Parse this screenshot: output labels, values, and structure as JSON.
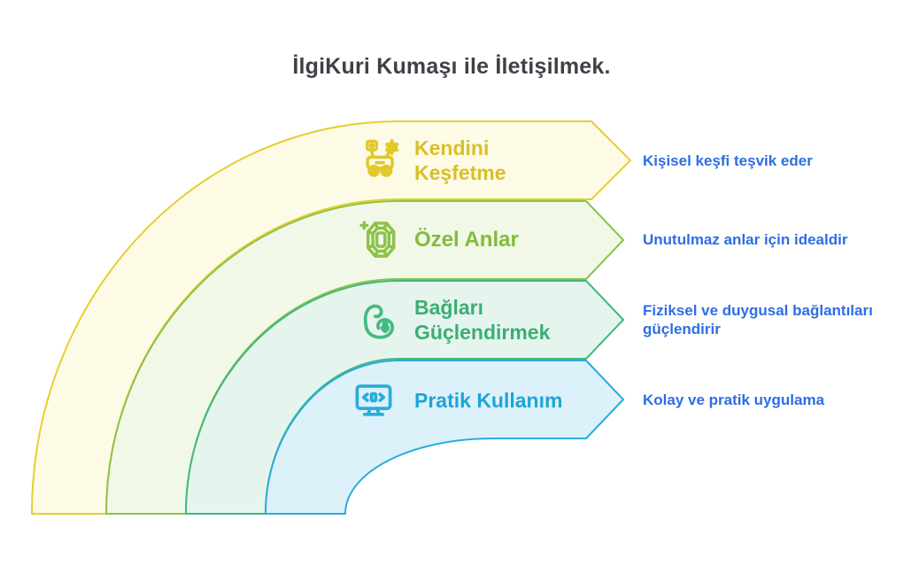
{
  "title": "İlgiKuri Kumaşı ile İletişilmek.",
  "title_color": "#3e4147",
  "description_color": "#2e6de4",
  "bands": [
    {
      "label": "Kendini Keşfetme",
      "description": "Kişisel keşfi teşvik eder",
      "icon": "rover-icon",
      "stroke_color": "#e7ce2d",
      "fill_color": "#fdfbe6",
      "label_color": "#d9bf29"
    },
    {
      "label": "Özel Anlar",
      "description": "Unutulmaz anlar için idealdir",
      "icon": "gem-icon",
      "stroke_color": "#8bc34a",
      "fill_color": "#f2f8e7",
      "label_color": "#82bb3f"
    },
    {
      "label": "Bağları Güçlendirmek",
      "description": "Fiziksel ve duygusal bağlantıları güçlendirir",
      "icon": "flexed-arm-icon",
      "stroke_color": "#43b87e",
      "fill_color": "#e5f5ee",
      "label_color": "#3cae74"
    },
    {
      "label": "Pratik Kullanım",
      "description": "Kolay ve pratik uygulama",
      "icon": "monitor-code-icon",
      "stroke_color": "#2badd9",
      "fill_color": "#ddf1fa",
      "label_color": "#1ba5d8"
    }
  ]
}
